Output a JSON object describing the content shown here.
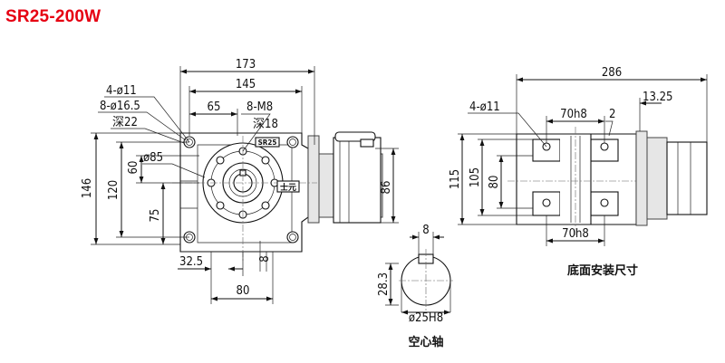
{
  "title": "SR25-200W",
  "brand_plate": "SR25",
  "logo_text": "士元",
  "front_view": {
    "dims": {
      "width_173": "173",
      "width_145": "145",
      "width_65": "65",
      "thread": "8-M8",
      "thread_depth": "深18",
      "hole_4": "4-ø11",
      "cbore": "8-ø16.5",
      "cbore_depth": "深22",
      "height_146": "146",
      "height_120": "120",
      "height_60": "60",
      "bore_85": "ø85",
      "height_75": "75",
      "offset_32_5": "32.5",
      "gap_8": "8",
      "width_80": "80",
      "height_86": "86"
    }
  },
  "side_view": {
    "caption": "底面安装尺寸",
    "dims": {
      "length_286": "286",
      "flange_13_25": "13.25",
      "hole_4": "4-ø11",
      "slot_top": "70h8",
      "gap_2": "2",
      "height_115": "115",
      "height_105": "105",
      "height_80": "80",
      "slot_bottom": "70h8"
    }
  },
  "shaft_view": {
    "caption": "空心轴",
    "dims": {
      "key_8": "8",
      "height_28_3": "28.3",
      "bore": "ø25H8"
    }
  }
}
